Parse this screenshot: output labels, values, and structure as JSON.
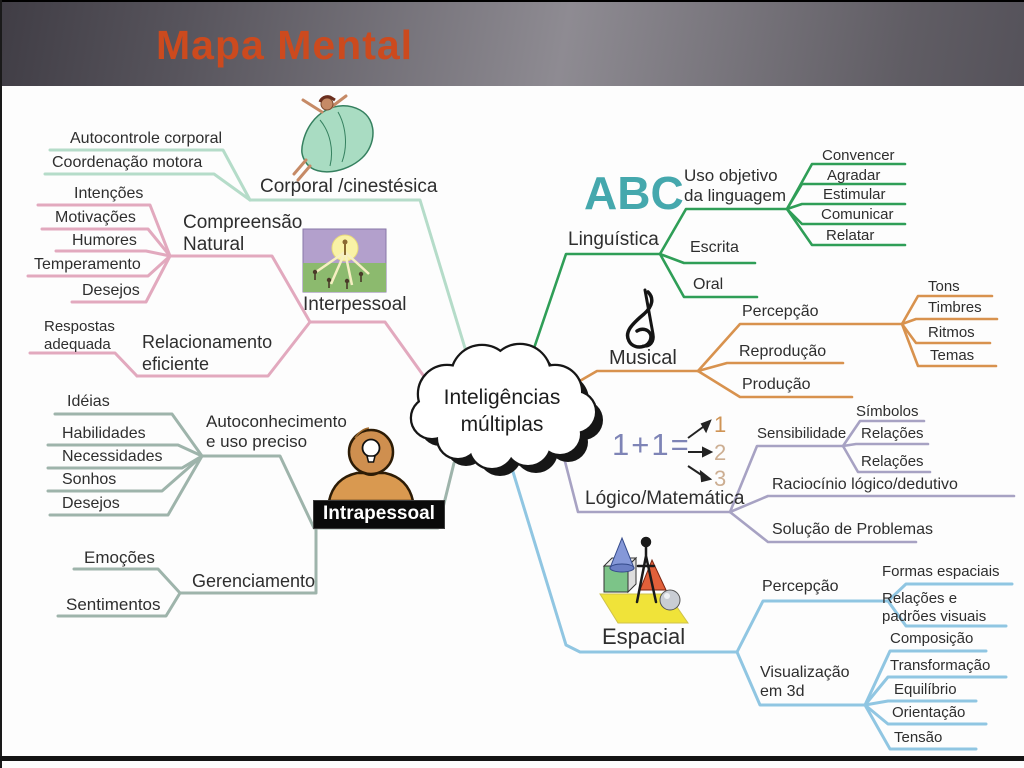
{
  "header": {
    "title": "Mapa Mental"
  },
  "colors": {
    "accent": "#cc4a1e",
    "corporal": "#b5dcc9",
    "interpessoal": "#e2a9be",
    "intrapessoal": "#9eb4ab",
    "linguistica": "#2f9e57",
    "musical": "#d8924e",
    "logico": "#a7a2c3",
    "espacial": "#90c6e2",
    "abc": "#45a8ad",
    "equation": "#7e84b6"
  },
  "map": {
    "center": "Inteligências\nmúltiplas",
    "corporal": {
      "label": "Corporal /cinestésica",
      "autocontrole": "Autocontrole corporal",
      "coordenacao": "Coordenação motora"
    },
    "natural": {
      "label": "Compreensão\nNatural",
      "intencoes": "Intenções",
      "motivacoes": "Motivações",
      "humores": "Humores",
      "temperamento": "Temperamento",
      "desejos": "Desejos"
    },
    "interpessoal": {
      "label": "Interpessoal",
      "relacionamento": "Relacionamento\neficiente",
      "respostas": "Respostas\nadequada"
    },
    "intrapessoal": {
      "label": "Intrapessoal",
      "autoconhecimento": "Autoconhecimento\ne uso preciso",
      "ideias": "Idéias",
      "habilidades": "Habilidades",
      "necessidades": "Necessidades",
      "sonhos": "Sonhos",
      "desejos": "Desejos",
      "gerenciamento": "Gerenciamento",
      "emocoes": "Emoções",
      "sentimentos": "Sentimentos"
    },
    "linguistica": {
      "label": "Linguística",
      "logo": "ABC",
      "uso": "Uso objetivo\nda linguagem",
      "escrita": "Escrita",
      "oral": "Oral",
      "convencer": "Convencer",
      "agradar": "Agradar",
      "estimular": "Estimular",
      "comunicar": "Comunicar",
      "relatar": "Relatar"
    },
    "musical": {
      "label": "Musical",
      "percepcao": "Percepção",
      "reproducao": "Reprodução",
      "producao": "Produção",
      "tons": "Tons",
      "timbres": "Timbres",
      "ritmos": "Ritmos",
      "temas": "Temas"
    },
    "logico": {
      "label": "Lógico/Matemática",
      "equation": "1+1=",
      "r1": "1",
      "r2": "2",
      "r3": "3",
      "sensibilidade": "Sensibilidade",
      "simbolos": "Símbolos",
      "relacoes1": "Relações",
      "relacoes2": "Relações",
      "raciocinio": "Raciocínio lógico/dedutivo",
      "solucao": "Solução de Problemas"
    },
    "espacial": {
      "label": "Espacial",
      "percepcao": "Percepção",
      "formas": "Formas espaciais",
      "relacoes_padroes": "Relações e\npadrões visuais",
      "visualizacao": "Visualização\nem 3d",
      "composicao": "Composição",
      "transformacao": "Transformação",
      "equilibrio": "Equilíbrio",
      "orientacao": "Orientação",
      "tensao": "Tensão"
    }
  }
}
